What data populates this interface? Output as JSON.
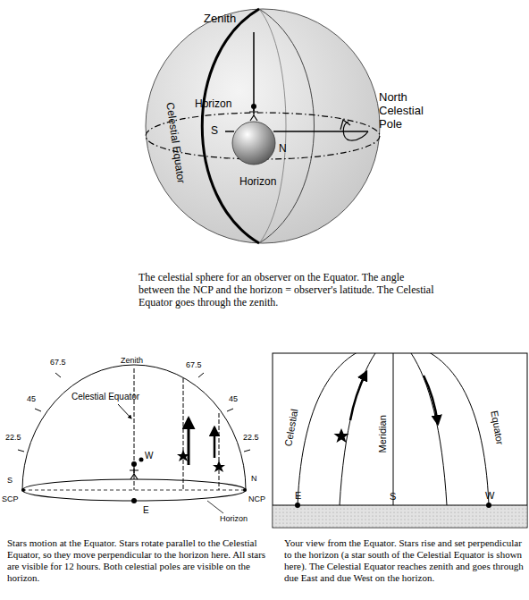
{
  "diagram": {
    "labels": [
      "Zenith",
      "Horizon",
      "Celestial Equator",
      "S",
      "N",
      "Horizon",
      "North Celestial Pole",
      "The celestial sphere for an observer on the Equator. The angle between the NCP and the horizon = observer's latitude. The Celestial Equator goes through the zenith.",
      "Zenith",
      "67.5",
      "67.5",
      "45",
      "45",
      "22.5",
      "22.5",
      "Celestial Equator",
      "W",
      "E",
      "S",
      "SCP",
      "N",
      "NCP",
      "Horizon",
      "Stars motion at the Equator. Stars rotate parallel to the Celestial Equator, so they move perpendicular to the horizon here. All stars are visible for 12 hours. Both celestial poles are visible on the horizon.",
      "Celestial",
      "Equator",
      "Meridian",
      "E",
      "S",
      "W",
      "Your view from the Equator. Stars rise and set perpendicular to the horizon (a star south of the Celestial Equator is shown here). The Celestial Equator reaches zenith and goes through due East and due West on the horizon."
    ]
  }
}
